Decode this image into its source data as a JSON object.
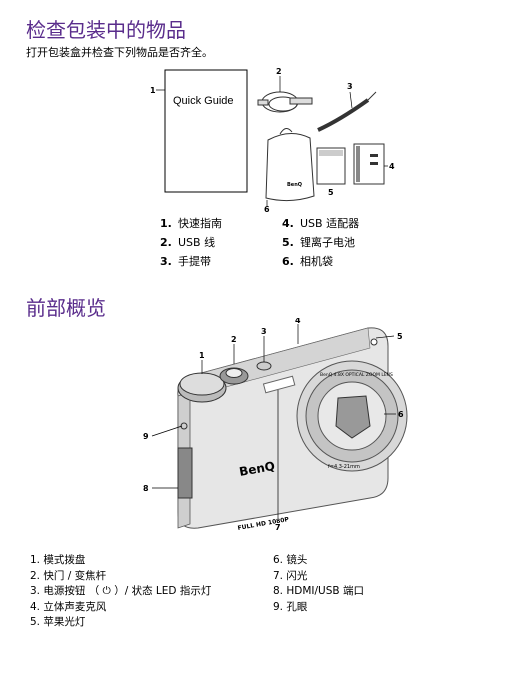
{
  "section1": {
    "title": "检查包装中的物品",
    "subtitle": "打开包装盒并检查下列物品是否齐全。",
    "booklet_text": "Quick Guide",
    "callouts": [
      "1",
      "2",
      "3",
      "4",
      "5",
      "6"
    ],
    "items": [
      {
        "num": "1.",
        "label": "快速指南"
      },
      {
        "num": "2.",
        "label": "USB 线"
      },
      {
        "num": "3.",
        "label": "手提带"
      },
      {
        "num": "4.",
        "label": "USB 适配器"
      },
      {
        "num": "5.",
        "label": "锂离子电池"
      },
      {
        "num": "6.",
        "label": "相机袋"
      }
    ]
  },
  "section2": {
    "title": "前部概览",
    "callouts": [
      "1",
      "2",
      "3",
      "4",
      "5",
      "6",
      "7",
      "8",
      "9"
    ],
    "brand": "BenQ",
    "lens_text": "BenQ 4.8X OPTICAL ZOOM LENS",
    "focal_text": "f=4.3-21mm",
    "hd_text": "FULL HD 1080P",
    "items_left": [
      {
        "num": "1.",
        "label": "模式拨盘"
      },
      {
        "num": "2.",
        "label": "快门 / 变焦杆"
      },
      {
        "num": "3.",
        "label": "电源按钮 （ ⏻ ）/ 状态 LED 指示灯"
      },
      {
        "num": "4.",
        "label": "立体声麦克风"
      },
      {
        "num": "5.",
        "label": "苹果光灯"
      }
    ],
    "items_right": [
      {
        "num": "6.",
        "label": "镜头"
      },
      {
        "num": "7.",
        "label": "闪光"
      },
      {
        "num": "8.",
        "label": "HDMI/USB 端口"
      },
      {
        "num": "9.",
        "label": "孔眼"
      }
    ]
  }
}
